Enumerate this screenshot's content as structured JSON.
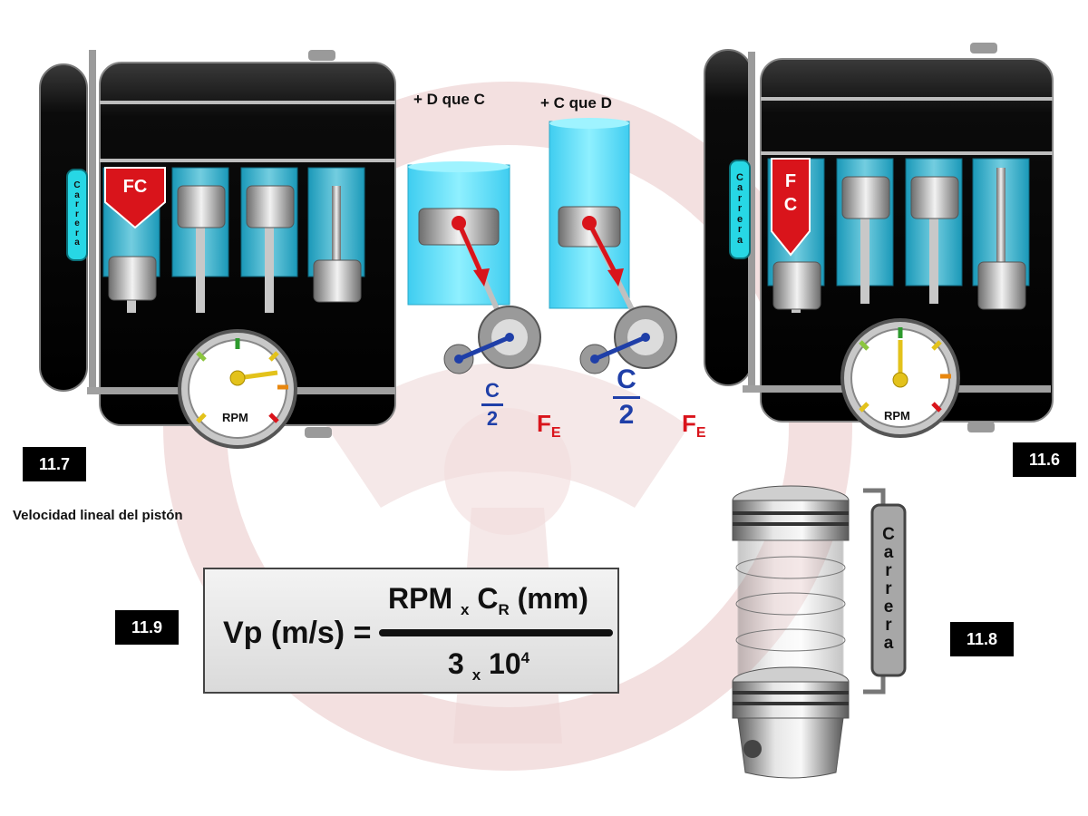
{
  "header_left": "+ D que C",
  "header_right": "+ C que D",
  "figure_tags": {
    "f117": "11.7",
    "f116": "11.6",
    "f119": "11.9",
    "f118": "11.8"
  },
  "caption": "Velocidad lineal  del pistón",
  "fc_label_left": "FC",
  "fc_label_right_line1": "F",
  "fc_label_right_line2": "C",
  "carrera_letters": [
    "C",
    "a",
    "r",
    "r",
    "e",
    "r",
    "a"
  ],
  "rpm_label": "RPM",
  "half_stroke": {
    "numerator": "C",
    "denominator": "2"
  },
  "force_label": {
    "main": "F",
    "sub": "E"
  },
  "formula": {
    "lhs": "Vp (m/s) =",
    "num_rpm": "RPM",
    "num_x": "x",
    "num_c": "C",
    "num_c_sub": "R",
    "num_unit": "(mm)",
    "den_base": "3",
    "den_x": "x",
    "den_pow": "10",
    "den_exp": "4"
  },
  "colors": {
    "cylinder_cyan": "#36c6e8",
    "cylinder_light": "#7fe3f8",
    "fc_red": "#d9141b",
    "engine_black": "#0b0b0b",
    "rod_red": "#d9141b",
    "crank_blue": "#1f3fa8",
    "gauge_green": "#2e9a2e",
    "gauge_yellow": "#e3c21b",
    "gauge_orange": "#e8870f",
    "gauge_red": "#d9141b"
  }
}
